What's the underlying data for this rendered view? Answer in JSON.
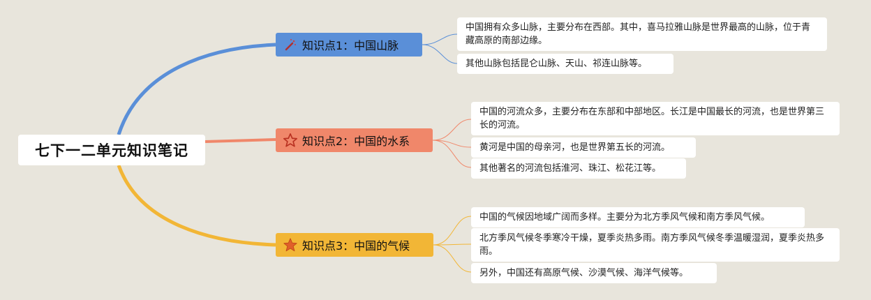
{
  "root": {
    "title": "七下一二单元知识笔记"
  },
  "colors": {
    "blue": "#5a8fd8",
    "orange": "#f0876a",
    "yellow": "#f2b636"
  },
  "branches": [
    {
      "icon": "magic-wand-icon",
      "label": "知识点1：中国山脉",
      "leaves": [
        "中国拥有众多山脉，主要分布在西部。其中，喜马拉雅山脉是世界最高的山脉，位于青藏高原的南部边缘。",
        "其他山脉包括昆仑山脉、天山、祁连山脉等。"
      ]
    },
    {
      "icon": "star-outline-icon",
      "label": "知识点2：中国的水系",
      "leaves": [
        "中国的河流众多，主要分布在东部和中部地区。长江是中国最长的河流，也是世界第三长的河流。",
        "黄河是中国的母亲河，也是世界第五长的河流。",
        "其他著名的河流包括淮河、珠江、松花江等。"
      ]
    },
    {
      "icon": "star-filled-icon",
      "label": "知识点3：中国的气候",
      "leaves": [
        "中国的气候因地域广阔而多样。主要分为北方季风气候和南方季风气候。",
        "北方季风气候冬季寒冷干燥，夏季炎热多雨。南方季风气候冬季温暖湿润，夏季炎热多雨。",
        "另外，中国还有高原气候、沙漠气候、海洋气候等。"
      ]
    }
  ]
}
